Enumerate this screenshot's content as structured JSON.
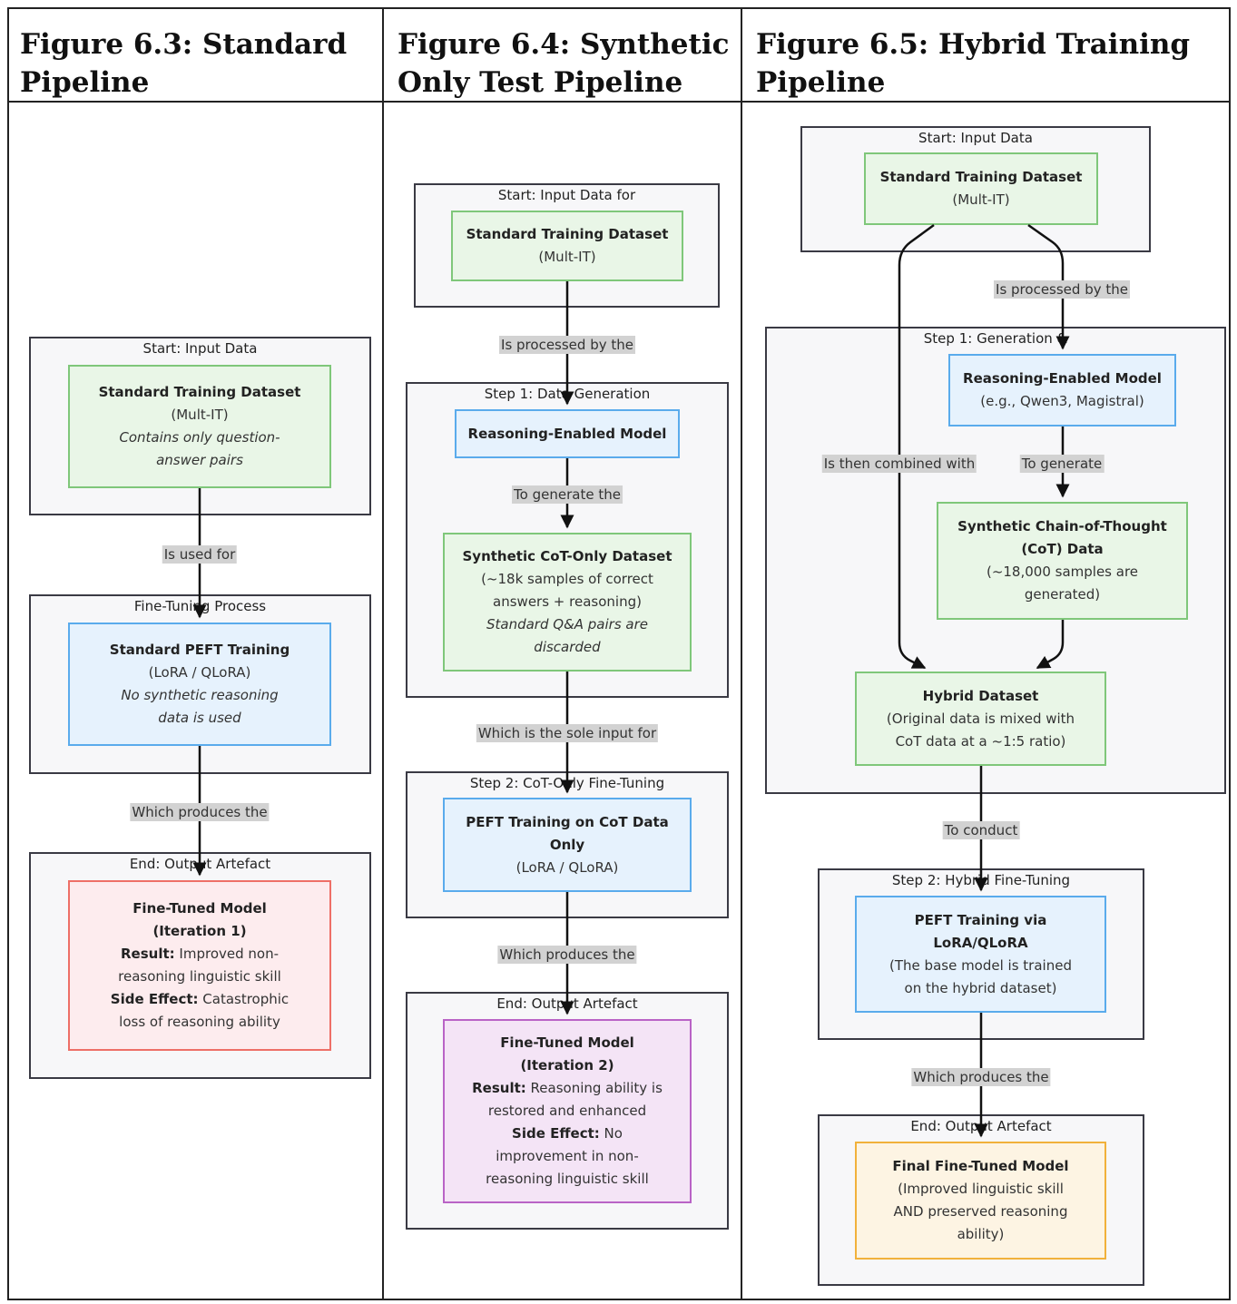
{
  "headers": {
    "col1": {
      "line1": "Figure 6.3: Standard",
      "line2": "Pipeline"
    },
    "col2": {
      "line1": "Figure 6.4: Synthetic",
      "line2": "Only Test Pipeline"
    },
    "col3": {
      "line1": "Figure 6.5: Hybrid Training",
      "line2": "Pipeline"
    }
  },
  "standard": {
    "start": {
      "title": "Start: Input Data",
      "node": {
        "title": "Standard Training Dataset",
        "sub": "(Mult-IT)",
        "note1": "Contains only question-",
        "note2": "answer pairs"
      }
    },
    "edge1": "Is used for",
    "finetune": {
      "title": "Fine-Tuning Process",
      "node": {
        "title": "Standard PEFT Training",
        "sub": "(LoRA / QLoRA)",
        "note1": "No synthetic reasoning",
        "note2": "data is used"
      }
    },
    "edge2": "Which produces the",
    "end": {
      "title": "End: Output Artefact",
      "node": {
        "title1": "Fine-Tuned Model",
        "title2": "(Iteration 1)",
        "result_label": "Result:",
        "result_a": " Improved non-",
        "result_b": "reasoning linguistic skill",
        "side_label": "Side Effect:",
        "side_a": " Catastrophic",
        "side_b": "loss of reasoning ability"
      }
    }
  },
  "synthetic": {
    "start": {
      "title": "Start: Input Data for",
      "node": {
        "title": "Standard Training Dataset",
        "sub": "(Mult-IT)"
      }
    },
    "edge1": "Is processed by the",
    "step1": {
      "title": "Step 1: Data Generation",
      "model": {
        "title": "Reasoning-Enabled Model"
      },
      "edge": "To generate the",
      "dataset": {
        "title": "Synthetic CoT-Only Dataset",
        "sub1": "(~18k samples of correct",
        "sub2": "answers + reasoning)",
        "note1": "Standard Q&A pairs are",
        "note2": "discarded"
      }
    },
    "edge2": "Which is the sole input for",
    "step2": {
      "title": "Step 2: CoT-Only Fine-Tuning",
      "node": {
        "title1": "PEFT Training on CoT Data",
        "title2": "Only",
        "sub": "(LoRA / QLoRA)"
      }
    },
    "edge3": "Which produces the",
    "end": {
      "title": "End: Output Artefact",
      "node": {
        "title1": "Fine-Tuned Model",
        "title2": "(Iteration 2)",
        "result_label": "Result:",
        "result_a": " Reasoning ability is",
        "result_b": "restored and enhanced",
        "side_label": "Side Effect:",
        "side_a": " No",
        "side_b": "improvement in non-",
        "side_c": "reasoning linguistic skill"
      }
    }
  },
  "hybrid": {
    "start": {
      "title": "Start: Input Data",
      "node": {
        "title": "Standard Training Dataset",
        "sub": "(Mult-IT)"
      }
    },
    "edge_processed": "Is processed by the",
    "edge_combined": "Is then combined with",
    "step1": {
      "title": "Step 1: Generation &",
      "model": {
        "title": "Reasoning-Enabled Model",
        "sub": "(e.g., Qwen3, Magistral)"
      },
      "edge": "To generate",
      "cot": {
        "title1": "Synthetic Chain-of-Thought",
        "title2": "(CoT) Data",
        "sub1": "(~18,000 samples are",
        "sub2": "generated)"
      },
      "hybrid": {
        "title": "Hybrid Dataset",
        "sub1": "(Original data is mixed with",
        "sub2": "CoT data at a ~1:5 ratio)"
      }
    },
    "edge_conduct": "To conduct",
    "step2": {
      "title": "Step 2: Hybrid Fine-Tuning",
      "node": {
        "title1": "PEFT Training via",
        "title2": "LoRA/QLoRA",
        "sub1": "(The base model is trained",
        "sub2": "on the hybrid dataset)"
      }
    },
    "edge_produces": "Which produces the",
    "end": {
      "title": "End: Output Artefact",
      "node": {
        "title": "Final Fine-Tuned Model",
        "sub1": "(Improved linguistic skill",
        "sub2": "AND preserved reasoning",
        "sub3": "ability)"
      }
    }
  }
}
